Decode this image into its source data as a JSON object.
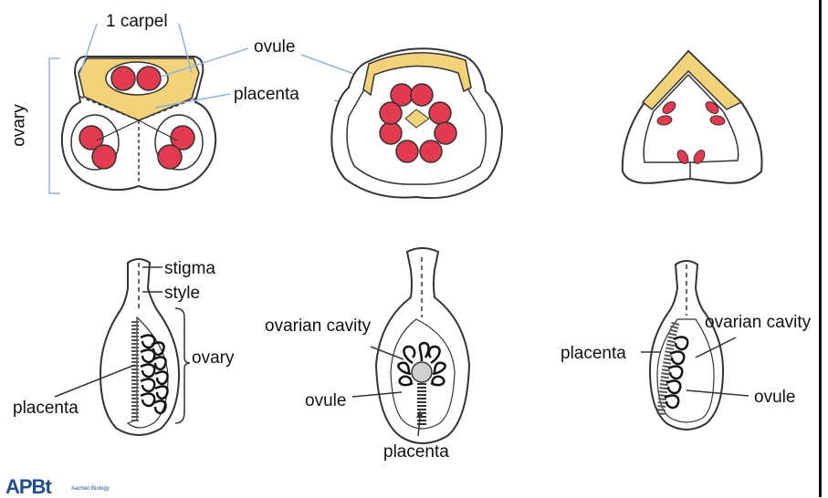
{
  "colors": {
    "carpel_fill": "#f3d27a",
    "ovule_fill": "#e23a4e",
    "outline": "#333333",
    "leader_line": "#8fb3d9",
    "logo": "#1f4e8c"
  },
  "top_row": {
    "carpel_label": "1 carpel",
    "ovule_label": "ovule",
    "placenta_label": "placenta",
    "ovary_label": "ovary"
  },
  "bottom_row": {
    "left": {
      "stigma": "stigma",
      "style": "style",
      "ovary": "ovary",
      "placenta": "placenta"
    },
    "middle": {
      "ovarian_cavity": "ovarian cavity",
      "ovule": "ovule",
      "placenta": "placenta"
    },
    "right": {
      "placenta": "placenta",
      "ovarian_cavity": "ovarian cavity",
      "ovule": "ovule"
    }
  },
  "logo": {
    "text": "APBt",
    "subtext": "Aachen Biology"
  }
}
